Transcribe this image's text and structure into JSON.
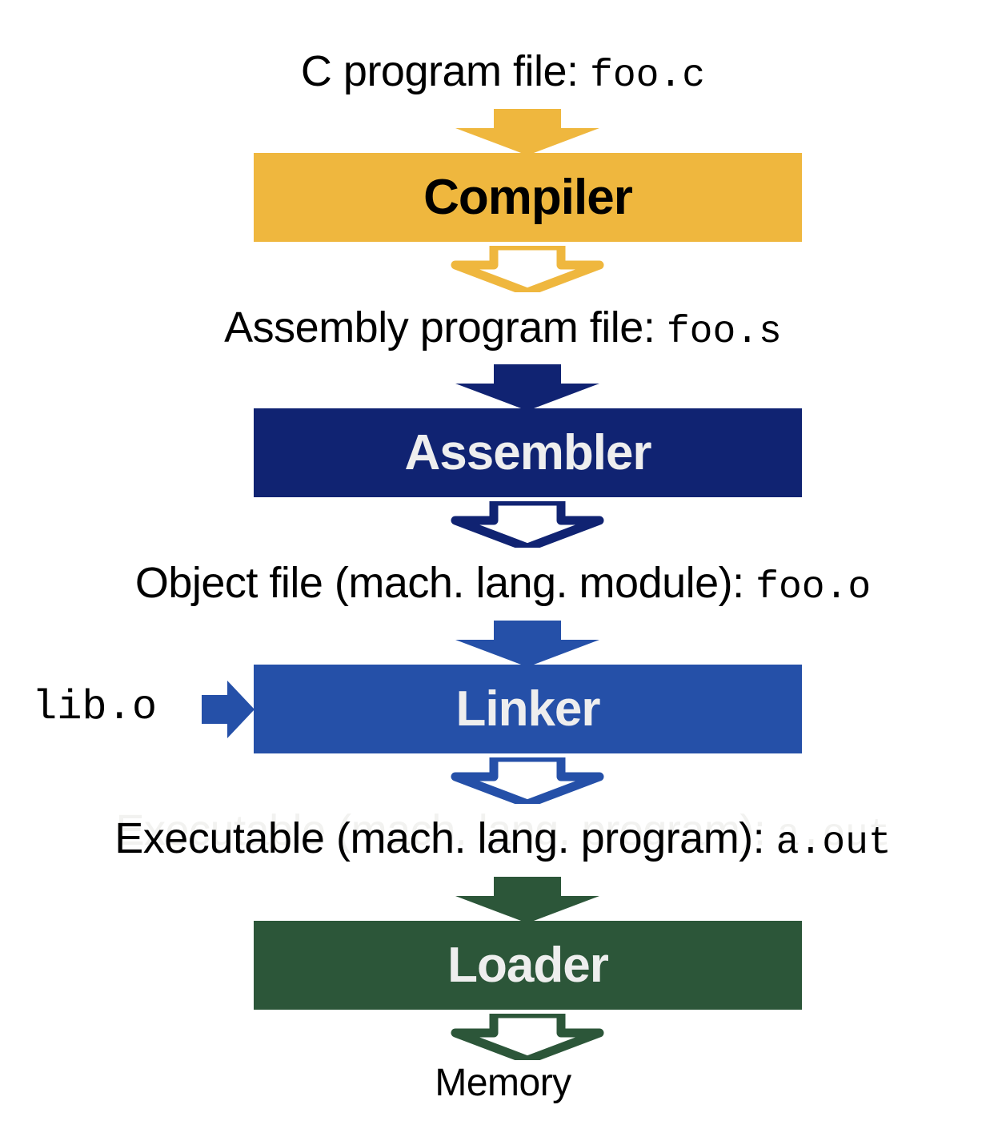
{
  "diagram": {
    "title": "C build toolchain pipeline",
    "background_color": "#ffffff",
    "labels": {
      "source_prefix": "C program file: ",
      "source_file": "foo.c",
      "assembly_prefix": "Assembly program file: ",
      "assembly_file": "foo.s",
      "object_prefix": "Object file (mach. lang. module): ",
      "object_file": "foo.o",
      "executable_prefix": "Executable (mach. lang. program): ",
      "executable_file": "a.out",
      "memory": "Memory",
      "library_input": "lib.o"
    },
    "stages": [
      {
        "name": "Compiler",
        "fill": "#efb73e",
        "text_color": "#000000"
      },
      {
        "name": "Assembler",
        "fill": "#102372",
        "text_color": "#eeeeee"
      },
      {
        "name": "Linker",
        "fill": "#2550a8",
        "text_color": "#eeeeee"
      },
      {
        "name": "Loader",
        "fill": "#2c5639",
        "text_color": "#eeeeee"
      }
    ],
    "arrows": [
      {
        "id": "to-compiler",
        "style": "solid",
        "color": "#efb73e",
        "direction": "down"
      },
      {
        "id": "from-compiler",
        "style": "hollow",
        "color": "#efb73e",
        "direction": "down"
      },
      {
        "id": "to-assembler",
        "style": "solid",
        "color": "#102372",
        "direction": "down"
      },
      {
        "id": "from-assembler",
        "style": "hollow",
        "color": "#102372",
        "direction": "down"
      },
      {
        "id": "to-linker",
        "style": "solid",
        "color": "#2550a8",
        "direction": "down"
      },
      {
        "id": "lib-into-linker",
        "style": "solid",
        "color": "#2550a8",
        "direction": "right"
      },
      {
        "id": "from-linker",
        "style": "hollow",
        "color": "#2550a8",
        "direction": "down"
      },
      {
        "id": "to-loader",
        "style": "solid",
        "color": "#2c5639",
        "direction": "down"
      },
      {
        "id": "from-loader",
        "style": "hollow",
        "color": "#2c5639",
        "direction": "down"
      }
    ]
  }
}
